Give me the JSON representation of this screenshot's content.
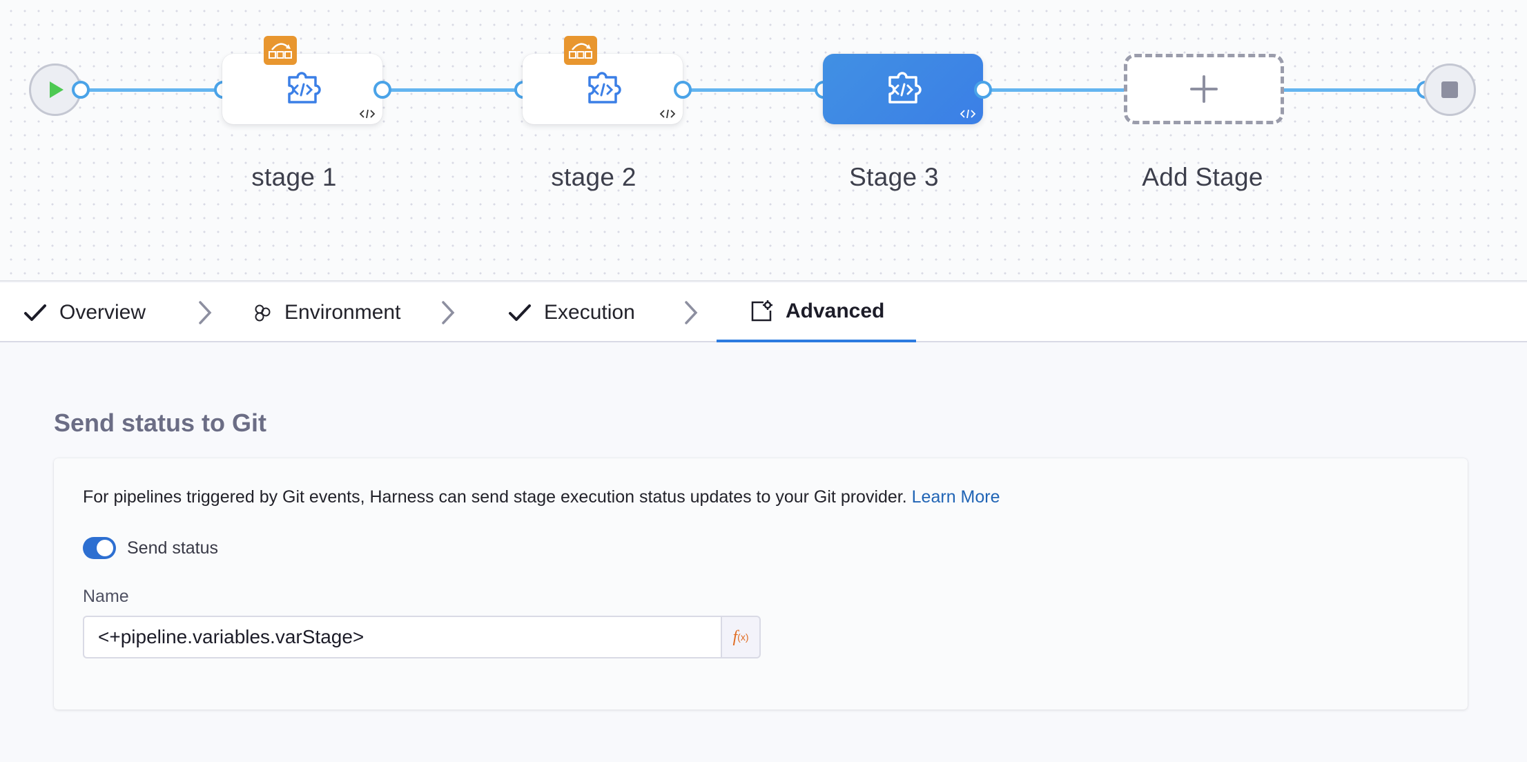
{
  "pipeline": {
    "stages": [
      {
        "label": "stage 1",
        "looping": true,
        "selected": false
      },
      {
        "label": "stage 2",
        "looping": true,
        "selected": false
      },
      {
        "label": "Stage 3",
        "looping": false,
        "selected": true
      }
    ],
    "add_stage_label": "Add Stage",
    "icons": {
      "start": "play-icon",
      "end": "stop-icon",
      "stage": "custom-stage-icon",
      "loop": "looping-strategy-icon",
      "code": "code-badge-icon",
      "add": "plus-icon"
    },
    "colors": {
      "wire": "#64b5f0",
      "selected_stage": "#3b7fe6",
      "loop_badge": "#e8962f",
      "start": "#4dc952"
    }
  },
  "tabs": [
    {
      "label": "Overview",
      "icon": "checkmark-icon",
      "active": false
    },
    {
      "label": "Environment",
      "icon": "environment-icon",
      "active": false
    },
    {
      "label": "Execution",
      "icon": "checkmark-icon",
      "active": false
    },
    {
      "label": "Advanced",
      "icon": "advanced-settings-icon",
      "active": true
    }
  ],
  "advanced": {
    "section_title": "Send status to Git",
    "description": "For pipelines triggered by Git events, Harness can send stage execution status updates to your Git provider.",
    "learn_more": "Learn More",
    "toggle_label": "Send status",
    "toggle_on": true,
    "name_label": "Name",
    "name_value": "<+pipeline.variables.varStage>",
    "fx_label": "f",
    "fx_sub": "(x)"
  }
}
